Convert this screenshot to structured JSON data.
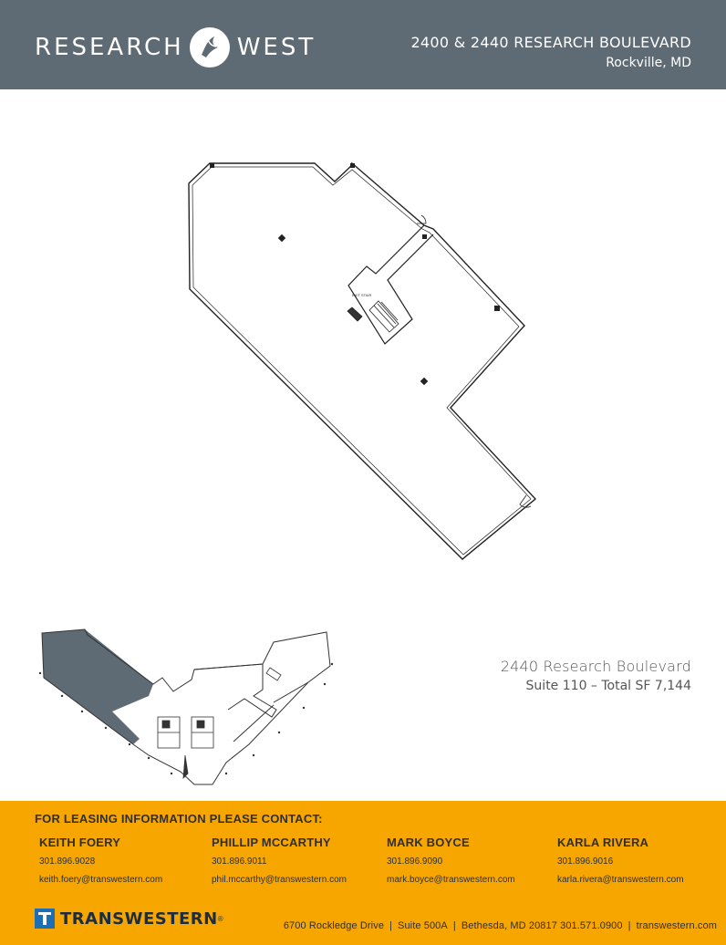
{
  "header": {
    "logo_left": "RESEARCH",
    "logo_right": "WEST",
    "address": "2400 & 2440 RESEARCH BOULEVARD",
    "city": "Rockville, MD",
    "background_color": "#5e6a74"
  },
  "floor_plan": {
    "exit_stair_label": "EXIT STAIR"
  },
  "suite": {
    "address": "2440 Research Boulevard",
    "detail": "Suite 110 – Total SF  7,144"
  },
  "footer": {
    "background_color": "#f7a600",
    "heading": "FOR LEASING INFORMATION PLEASE CONTACT:",
    "contacts": [
      {
        "name": "KEITH FOERY",
        "phone": "301.896.9028",
        "email": "keith.foery@transwestern.com"
      },
      {
        "name": "PHILLIP MCCARTHY",
        "phone": "301.896.9011",
        "email": "phil.mccarthy@transwestern.com"
      },
      {
        "name": "MARK BOYCE",
        "phone": "301.896.9090",
        "email": "mark.boyce@transwestern.com"
      },
      {
        "name": "KARLA RIVERA",
        "phone": "301.896.9016",
        "email": "karla.rivera@transwestern.com"
      }
    ],
    "company": "TRANSWESTERN",
    "company_mark": "®",
    "address_parts": [
      "6700 Rockledge Drive",
      "Suite 500A",
      "Bethesda, MD 20817 301.571.0900",
      "transwestern.com"
    ]
  }
}
